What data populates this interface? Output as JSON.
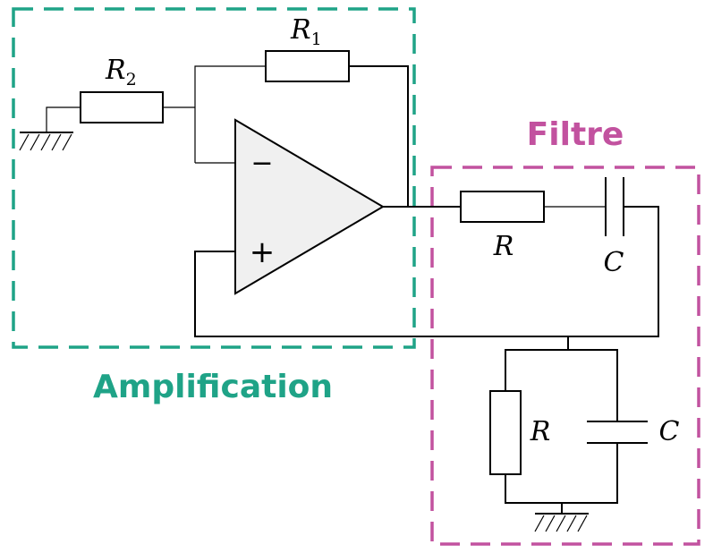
{
  "colors": {
    "amplification": "#1fa387",
    "filtre": "#c2529f",
    "opamp_fill": "#f0f0f0"
  },
  "groups": {
    "amplification": {
      "label": "Amplification"
    },
    "filtre": {
      "label": "Filtre"
    }
  },
  "components": {
    "r1": {
      "symbol": "R",
      "subscript": "1"
    },
    "r2": {
      "symbol": "R",
      "subscript": "2"
    },
    "r_series": {
      "symbol": "R"
    },
    "c_series": {
      "symbol": "C"
    },
    "r_parallel": {
      "symbol": "R"
    },
    "c_parallel": {
      "symbol": "C"
    }
  },
  "opamp": {
    "minus": "−",
    "plus": "+"
  }
}
